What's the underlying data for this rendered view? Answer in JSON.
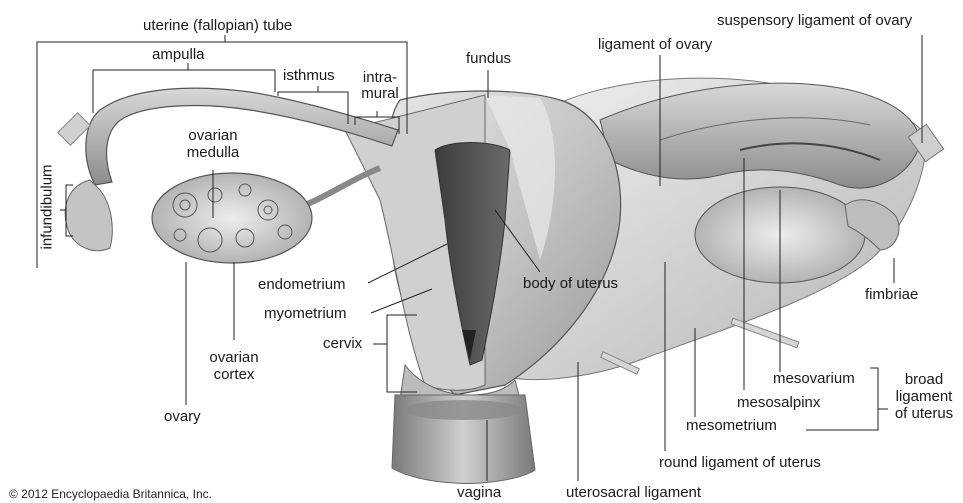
{
  "diagram": {
    "labels": {
      "uterine_tube": "uterine (fallopian) tube",
      "ampulla": "ampulla",
      "isthmus": "isthmus",
      "intramural": "intra-\nmural",
      "fundus": "fundus",
      "ligament_of_ovary": "ligament of ovary",
      "suspensory_ligament": "suspensory ligament of ovary",
      "infundibulum": "infundibulum",
      "ovarian_medulla": "ovarian\nmedulla",
      "endometrium": "endometrium",
      "body_of_uterus": "body of uterus",
      "myometrium": "myometrium",
      "fimbriae": "fimbriae",
      "cervix": "cervix",
      "ovarian_cortex": "ovarian\ncortex",
      "mesovarium": "mesovarium",
      "broad_ligament": "broad\nligament\nof uterus",
      "mesosalpinx": "mesosalpinx",
      "ovary": "ovary",
      "mesometrium": "mesometrium",
      "round_ligament": "round ligament of uterus",
      "vagina": "vagina",
      "uterosacral_ligament": "uterosacral ligament"
    },
    "credit": "© 2012 Encyclopaedia Britannica, Inc."
  }
}
